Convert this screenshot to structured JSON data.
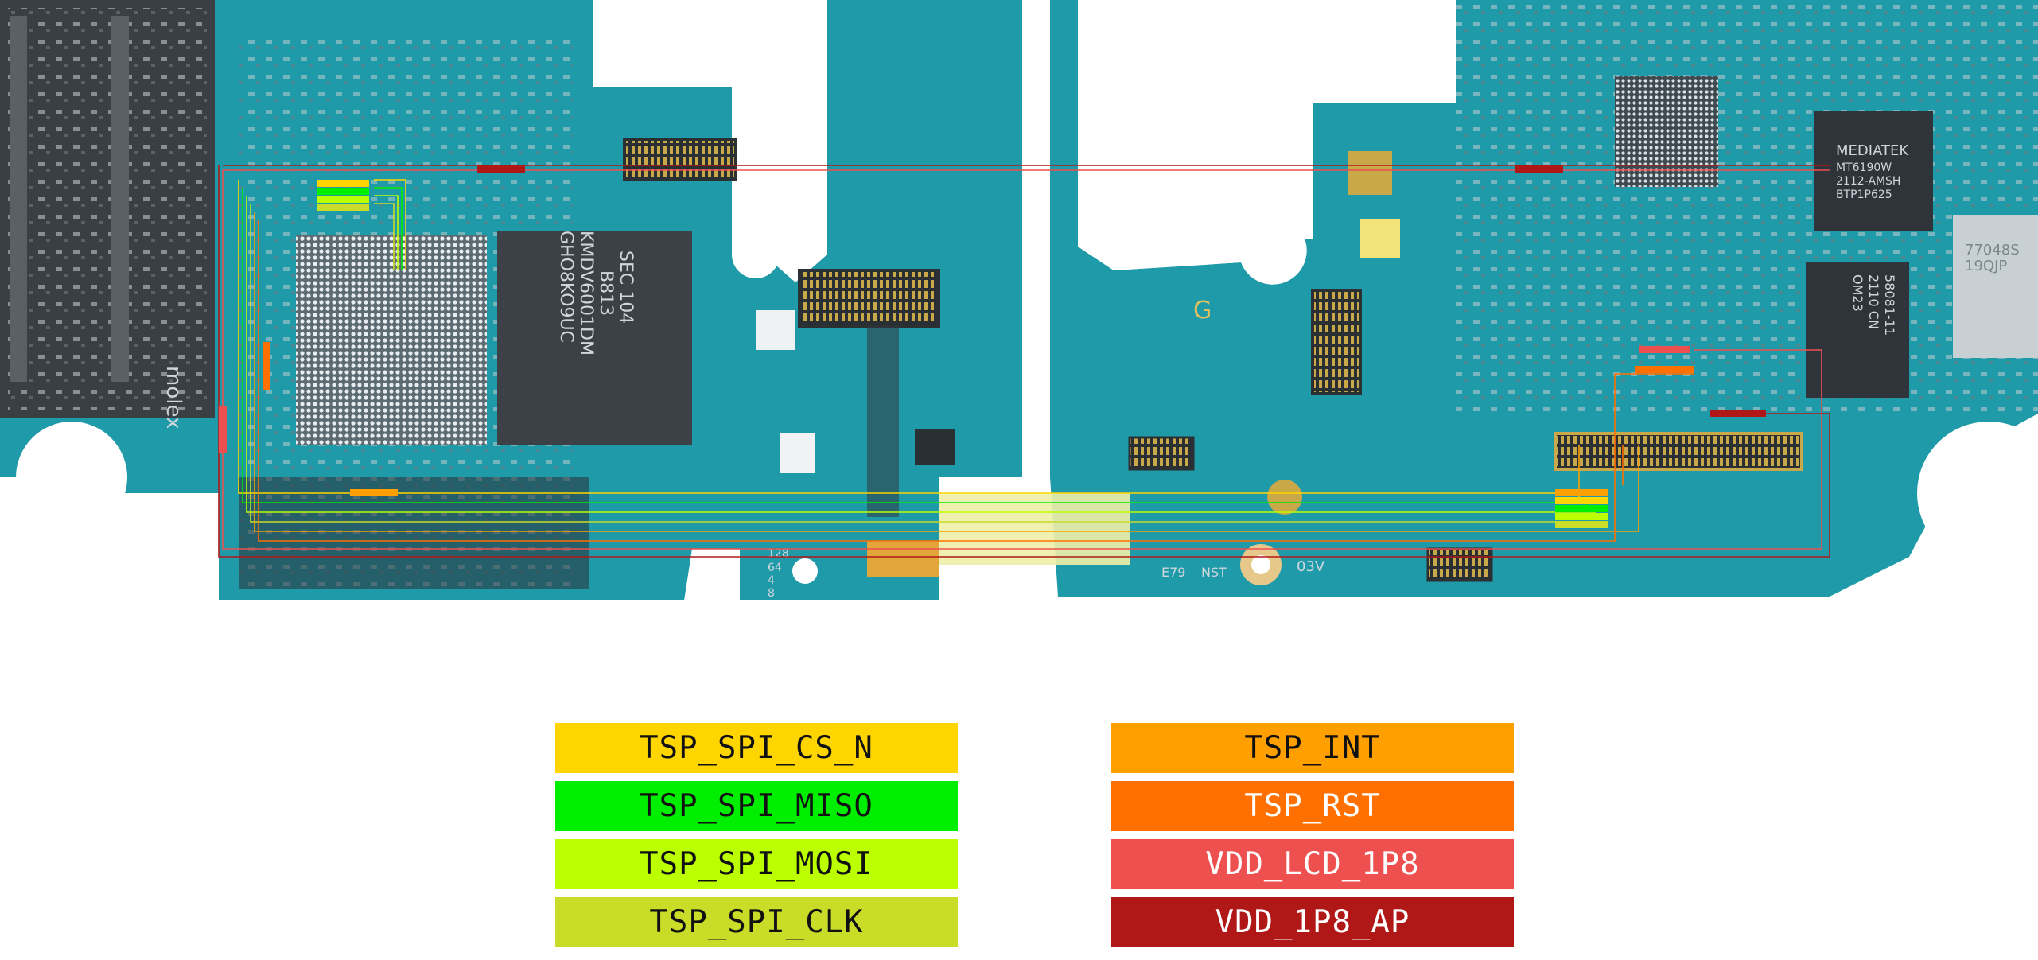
{
  "legend": {
    "left": [
      {
        "label": "TSP_SPI_CS_N",
        "color": "#ffd500",
        "text_color": "#111111"
      },
      {
        "label": "TSP_SPI_MISO",
        "color": "#00ee00",
        "text_color": "#111111"
      },
      {
        "label": "TSP_SPI_MOSI",
        "color": "#bbff00",
        "text_color": "#111111"
      },
      {
        "label": "TSP_SPI_CLK",
        "color": "#c8dc28",
        "text_color": "#111111"
      }
    ],
    "right": [
      {
        "label": "TSP_INT",
        "color": "#ffa000",
        "text_color": "#111111"
      },
      {
        "label": "TSP_RST",
        "color": "#ff7000",
        "text_color": "#ffffff"
      },
      {
        "label": "VDD_LCD_1P8",
        "color": "#ee5050",
        "text_color": "#ffffff"
      },
      {
        "label": "VDD_1P8_AP",
        "color": "#b01818",
        "text_color": "#ffffff"
      }
    ]
  },
  "board": {
    "pcb_color": "#1e9aa8",
    "chip_labels": {
      "memory_1": "SEC 104",
      "memory_2": "B813",
      "memory_3": "KMDV6001DM",
      "memory_4": "GHO8KO9UC",
      "connector_brand": "molex",
      "mediatek_1": "MEDIATEK",
      "mediatek_2": "MT6190W",
      "mediatek_3": "2112-AMSH",
      "mediatek_4": "BTP1P625",
      "skyworks_1": "58081-11",
      "skyworks_2": "2110 CN",
      "skyworks_3": "OM23",
      "chip_r_1": "77048S",
      "chip_r_2": "19QJP",
      "silk_1": "E79",
      "silk_2": "NST",
      "silk_3": "03V",
      "silk_4": "128",
      "silk_5": "64",
      "silk_6": "4",
      "silk_7": "8"
    }
  }
}
